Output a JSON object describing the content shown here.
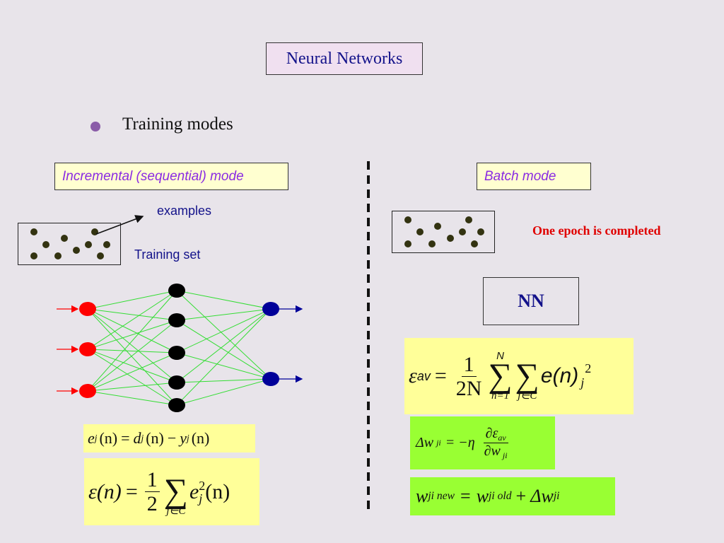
{
  "slide": {
    "title": "Neural Networks",
    "bullet": "Training modes",
    "accent_colors": {
      "title_text": "#13128a",
      "mode_label": "#8a2be2",
      "highlight_red": "#e00000",
      "input_node": "#ff0000",
      "hidden_node": "#000000",
      "output_node": "#000099",
      "connection": "#33dd33"
    }
  },
  "left": {
    "mode_label": "Incremental (sequential) mode",
    "examples_label": "examples",
    "training_set_label": "Training set",
    "network": {
      "input_nodes": 3,
      "hidden_nodes": 5,
      "output_nodes": 2
    },
    "eq1": {
      "lhs": "e",
      "lhs_sub": "j",
      "arg": "(n)",
      "eq": "=",
      "d": "d",
      "d_sub": "j",
      "minus": "−",
      "y": "y",
      "y_sub": "j"
    },
    "eq2": {
      "lhs": "ε(n)",
      "eq": "=",
      "num": "1",
      "den": "2",
      "sigma": "∑",
      "sum_lim": "j∈C",
      "term": "e",
      "term_sub": "j",
      "term_sup": "2",
      "arg": "(n)"
    }
  },
  "right": {
    "mode_label": "Batch mode",
    "epoch_text": "One epoch is completed",
    "nn_label": "NN",
    "eq3": {
      "lhs": "ε",
      "lhs_sub": "av",
      "eq": "=",
      "num": "1",
      "den": "2N",
      "sigma": "∑",
      "sum1_top": "N",
      "sum1_lim": "n=1",
      "sum2_lim": "j∈C",
      "term": "e(n)",
      "term_sub": "j",
      "term_sup": "2"
    },
    "eq4": {
      "lhs": "Δw",
      "lhs_sub": "ji",
      "eq": "= −η",
      "num": "∂ε",
      "num_sub": "av",
      "den": "∂w",
      "den_sub": "ji"
    },
    "eq5": {
      "lhs": "w",
      "lhs_sub": "ji new",
      "eq": "=",
      "w": "w",
      "w_sub": "ji old",
      "plus": "+",
      "dw": "Δw",
      "dw_sub": "ji"
    }
  }
}
